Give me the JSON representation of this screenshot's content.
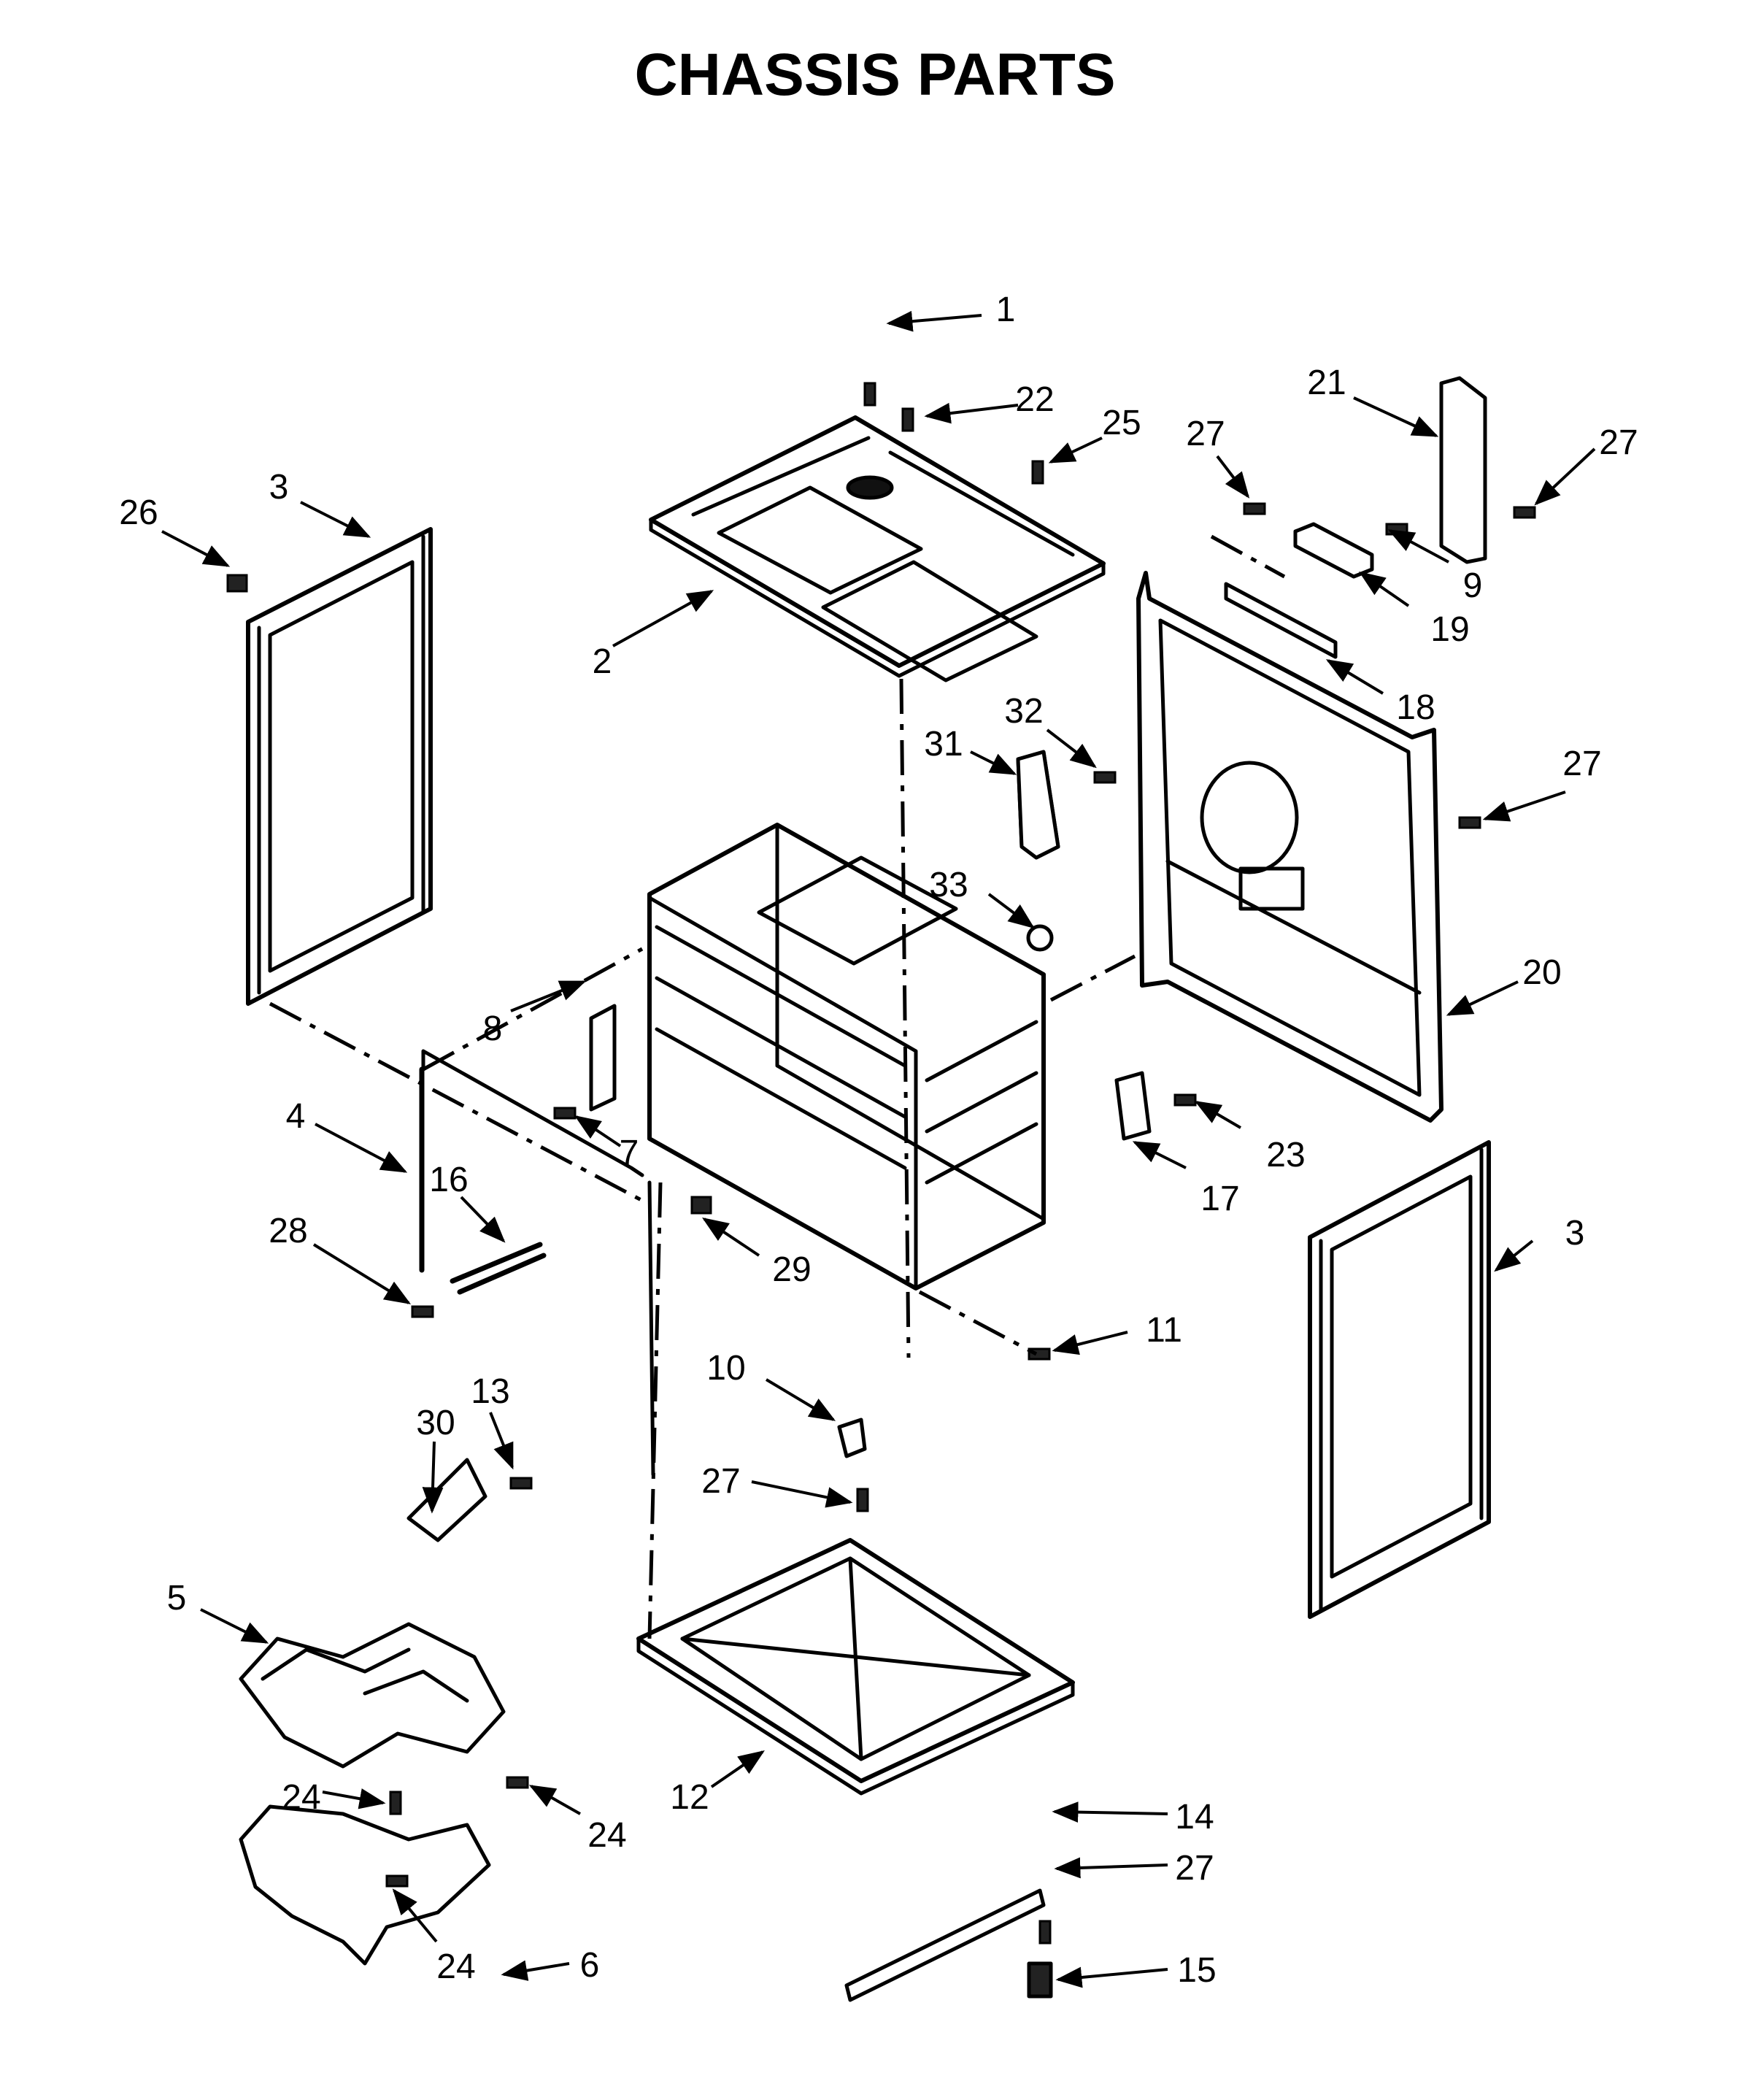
{
  "title": "CHASSIS PARTS",
  "callouts": [
    {
      "id": "c1",
      "label": "1"
    },
    {
      "id": "c22",
      "label": "22"
    },
    {
      "id": "c25",
      "label": "25"
    },
    {
      "id": "c21",
      "label": "21"
    },
    {
      "id": "c27a",
      "label": "27"
    },
    {
      "id": "c27b",
      "label": "27"
    },
    {
      "id": "c9",
      "label": "9"
    },
    {
      "id": "c19",
      "label": "19"
    },
    {
      "id": "c26",
      "label": "26"
    },
    {
      "id": "c3a",
      "label": "3"
    },
    {
      "id": "c2",
      "label": "2"
    },
    {
      "id": "c18",
      "label": "18"
    },
    {
      "id": "c32",
      "label": "32"
    },
    {
      "id": "c31",
      "label": "31"
    },
    {
      "id": "c27c",
      "label": "27"
    },
    {
      "id": "c33",
      "label": "33"
    },
    {
      "id": "c20",
      "label": "20"
    },
    {
      "id": "c8",
      "label": "8"
    },
    {
      "id": "c4",
      "label": "4"
    },
    {
      "id": "c7",
      "label": "7"
    },
    {
      "id": "c23",
      "label": "23"
    },
    {
      "id": "c16",
      "label": "16"
    },
    {
      "id": "c17",
      "label": "17"
    },
    {
      "id": "c28",
      "label": "28"
    },
    {
      "id": "c29",
      "label": "29"
    },
    {
      "id": "c3b",
      "label": "3"
    },
    {
      "id": "c11",
      "label": "11"
    },
    {
      "id": "c13",
      "label": "13"
    },
    {
      "id": "c10",
      "label": "10"
    },
    {
      "id": "c30",
      "label": "30"
    },
    {
      "id": "c27d",
      "label": "27"
    },
    {
      "id": "c5",
      "label": "5"
    },
    {
      "id": "c12",
      "label": "12"
    },
    {
      "id": "c24a",
      "label": "24"
    },
    {
      "id": "c24b",
      "label": "24"
    },
    {
      "id": "c14",
      "label": "14"
    },
    {
      "id": "c27e",
      "label": "27"
    },
    {
      "id": "c6",
      "label": "6"
    },
    {
      "id": "c24c",
      "label": "24"
    },
    {
      "id": "c15",
      "label": "15"
    }
  ]
}
